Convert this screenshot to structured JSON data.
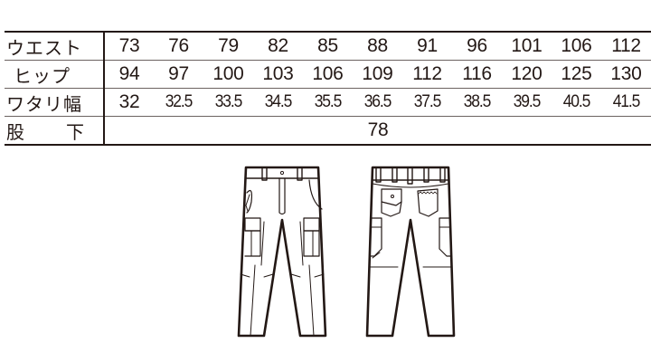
{
  "size_table": {
    "rows": [
      {
        "label": "ウエスト",
        "values": [
          "73",
          "76",
          "79",
          "82",
          "85",
          "88",
          "91",
          "96",
          "101",
          "106",
          "112"
        ]
      },
      {
        "label": "ヒップ",
        "values": [
          "94",
          "97",
          "100",
          "103",
          "106",
          "109",
          "112",
          "116",
          "120",
          "125",
          "130"
        ]
      },
      {
        "label": "ワタリ幅",
        "values": [
          "32",
          "32.5",
          "33.5",
          "34.5",
          "35.5",
          "36.5",
          "37.5",
          "38.5",
          "39.5",
          "40.5",
          "41.5"
        ]
      },
      {
        "label_left": "股",
        "label_right": "下",
        "merged_value": "78"
      }
    ]
  },
  "illustrations": {
    "front": "pants-front-view",
    "back": "pants-back-view"
  }
}
